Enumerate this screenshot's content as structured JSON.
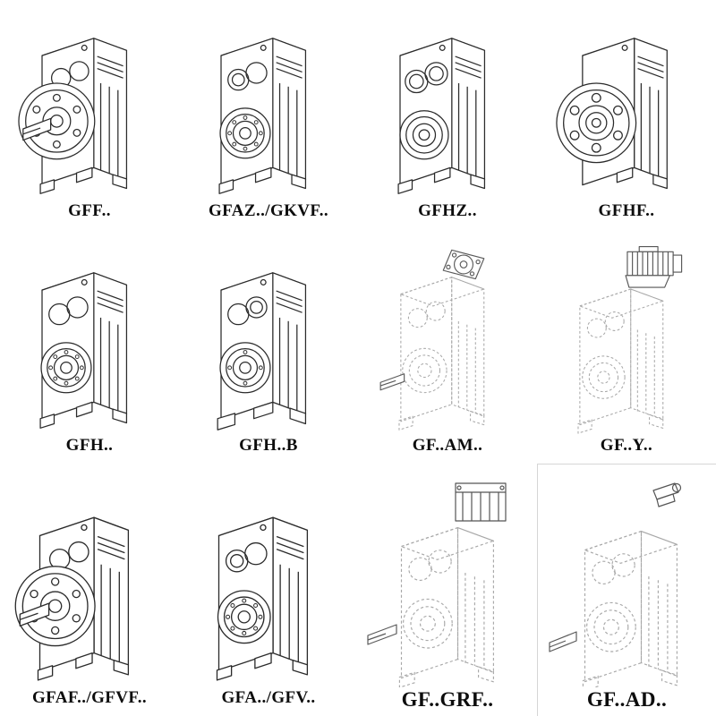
{
  "page": {
    "kind": "gearbox-catalog-sheet",
    "background": "#ffffff"
  },
  "colors": {
    "solid_line": "#2b2b2b",
    "dashed_line": "#a8a8a8",
    "attachment_line": "#5a5a5a",
    "label_text": "#0d0d0d",
    "cell_border": "#d6d6d6"
  },
  "catalog": {
    "items": [
      {
        "label": "GFF..",
        "drawing": "parallel-shaft-gearbox-output-flange-with-shaft",
        "line_style": "solid"
      },
      {
        "label": "GFAZ../GKVF..",
        "drawing": "parallel-shaft-gearbox-hollow-shaft",
        "line_style": "solid"
      },
      {
        "label": "GFHZ..",
        "drawing": "parallel-shaft-gearbox-hollow-shaft",
        "line_style": "solid"
      },
      {
        "label": "GFHF..",
        "drawing": "parallel-shaft-gearbox-large-output-flange",
        "line_style": "solid"
      },
      {
        "label": "GFH..",
        "drawing": "parallel-shaft-gearbox-hollow-bore",
        "line_style": "solid"
      },
      {
        "label": "GFH..B",
        "drawing": "parallel-shaft-gearbox-hollow-bore-foot-mounted",
        "line_style": "solid"
      },
      {
        "label": "GF..AM..",
        "drawing": "gearbox-with-input-flange-adapter",
        "line_style": "dashed"
      },
      {
        "label": "GF..Y..",
        "drawing": "gearbox-with-motor-on-top",
        "line_style": "dashed"
      },
      {
        "label": "GFAF../GFVF..",
        "drawing": "parallel-shaft-gearbox-output-flange-with-shaft",
        "line_style": "solid"
      },
      {
        "label": "GFA../GFV..",
        "drawing": "parallel-shaft-gearbox-hollow-bore",
        "line_style": "solid"
      },
      {
        "label": "GF..GRF..",
        "drawing": "gearbox-with-top-adapter-bracket",
        "line_style": "dashed"
      },
      {
        "label": "GF..AD..",
        "drawing": "gearbox-with-input-shaft-adapter",
        "line_style": "dashed"
      }
    ]
  }
}
